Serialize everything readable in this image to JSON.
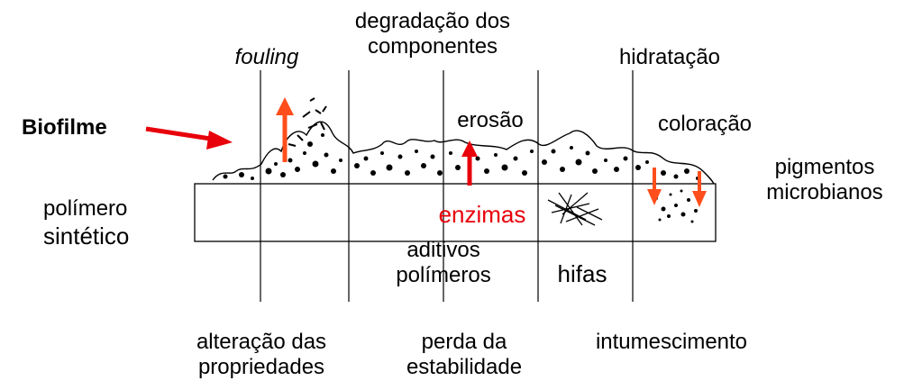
{
  "labels": {
    "fouling": "fouling",
    "degradacao_line1": "degradação dos",
    "degradacao_line2": "componentes",
    "hidratacao": "hidratação",
    "biofilme": "Biofilme",
    "erosao": "erosão",
    "coloracao": "coloração",
    "pigmentos_line1": "pigmentos",
    "pigmentos_line2": "microbianos",
    "polimero_line1": "polímero",
    "polimero_line2": "sintético",
    "enzimas": "enzimas",
    "aditivos_line1": "aditivos",
    "aditivos_line2": "polímeros",
    "hifas": "hifas",
    "alteracao_line1": "alteração das",
    "alteracao_line2": "propriedades",
    "perda_line1": "perda da",
    "perda_line2": "estabilidade",
    "intumescimento": "intumescimento"
  },
  "colors": {
    "arrow_red": "#ff4e1c",
    "biofilme_arrow": "#e8000b",
    "enzimas_text": "#e8000b"
  }
}
